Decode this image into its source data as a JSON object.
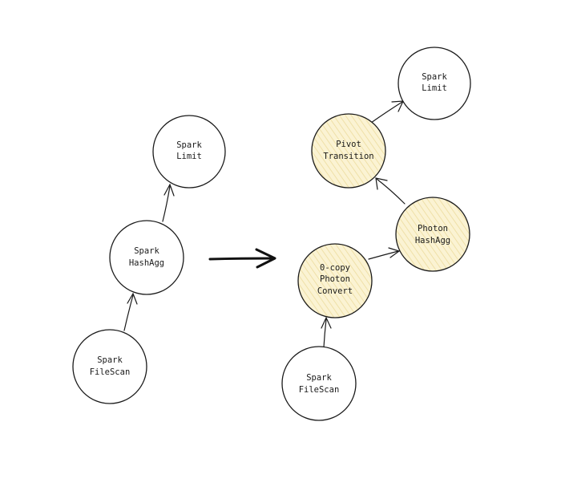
{
  "colors": {
    "stroke": "#1a1a1a",
    "node_fill": "#ffffff",
    "photon_fill": "#fbf3d3",
    "photon_hatch": "#efe0a8"
  },
  "left_plan": {
    "nodes": {
      "spark_limit": {
        "lines": [
          "Spark",
          "Limit"
        ]
      },
      "spark_hashagg": {
        "lines": [
          "Spark",
          "HashAgg"
        ]
      },
      "spark_filescan": {
        "lines": [
          "Spark",
          "FileScan"
        ]
      }
    }
  },
  "right_plan": {
    "nodes": {
      "spark_limit": {
        "lines": [
          "Spark",
          "Limit"
        ]
      },
      "pivot_transition": {
        "lines": [
          "Pivot",
          "Transition"
        ]
      },
      "photon_hashagg": {
        "lines": [
          "Photon",
          "HashAgg"
        ]
      },
      "zero_copy_convert": {
        "lines": [
          "0-copy",
          "Photon",
          "Convert"
        ]
      },
      "spark_filescan": {
        "lines": [
          "Spark",
          "FileScan"
        ]
      }
    }
  }
}
